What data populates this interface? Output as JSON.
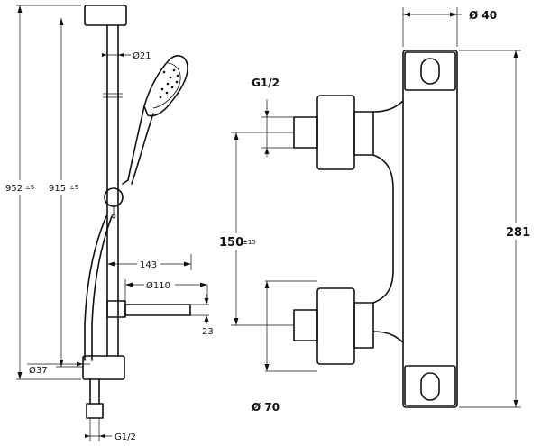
{
  "left_view": {
    "dim_height_total": "952",
    "dim_height_total_tol": "±5",
    "dim_height_bar": "915",
    "dim_height_bar_tol": "±5",
    "dim_hose_diameter": "Ø21",
    "dim_slider_projection": "143",
    "dim_soap_dish": "Ø110",
    "dim_soap_dish_height": "23",
    "dim_bracket_diameter": "Ø37",
    "dim_outlet_thread": "G1/2"
  },
  "right_view": {
    "dim_body_diameter": "Ø 40",
    "dim_inlet_thread": "G1/2",
    "dim_inlet_spacing": "150",
    "dim_inlet_spacing_tol": "±15",
    "dim_body_height": "281",
    "dim_escutcheon_diameter": "Ø 70"
  }
}
